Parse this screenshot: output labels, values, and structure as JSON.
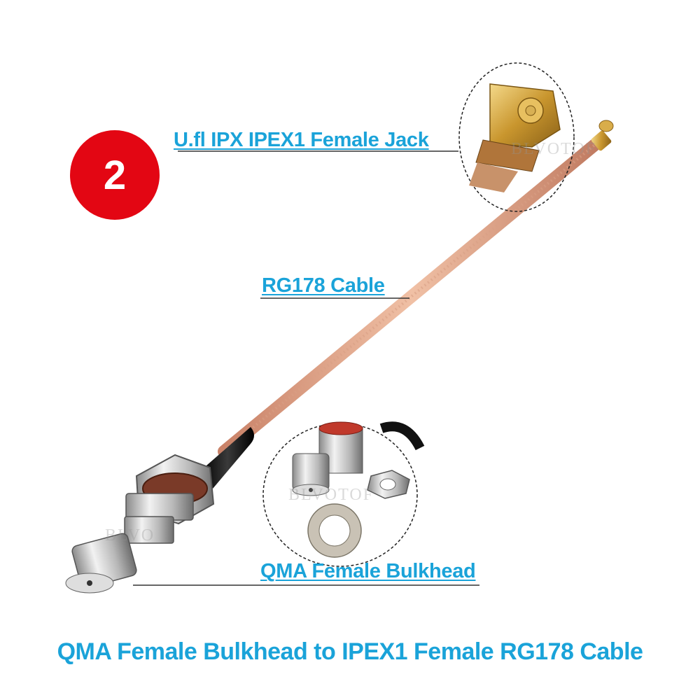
{
  "badge": {
    "number": "2",
    "color": "#e30613"
  },
  "labels": {
    "ufl_connector": "U.fl IPX IPEX1 Female Jack",
    "cable": "RG178 Cable",
    "qma_connector": "QMA Female Bulkhead"
  },
  "caption": "QMA Female Bulkhead to IPEX1 Female RG178 Cable",
  "watermarks": [
    "BLVOTOF",
    "BLVOTOF",
    "BLVO"
  ],
  "colors": {
    "label_text": "#1aa3d9",
    "cable": "#e0a080",
    "heatshrink": "#111111",
    "badge": "#e30613"
  }
}
